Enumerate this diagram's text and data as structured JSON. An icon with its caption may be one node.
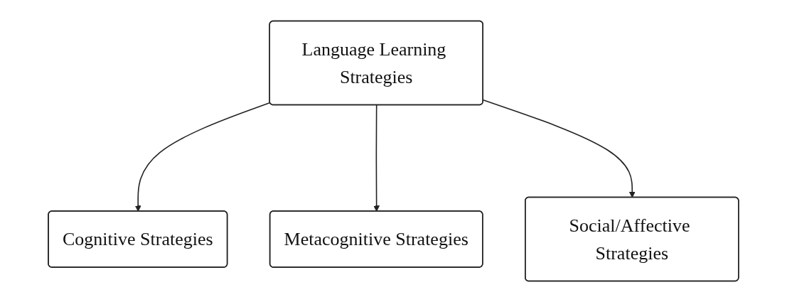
{
  "diagram": {
    "nodes": [
      {
        "text": [
          "Language Learning Strategies"
        ]
      },
      {
        "text": [
          "Cognitive Strategies"
        ]
      },
      {
        "text": [
          "Metacognitive Strategies"
        ]
      },
      {
        "text": [
          "Social/Affective Strategies"
        ]
      }
    ],
    "edges": [
      {
        "from": 0,
        "to": 1,
        "arrow": "to"
      },
      {
        "from": 0,
        "to": 2,
        "arrow": "to"
      },
      {
        "from": 0,
        "to": 3,
        "arrow": "to"
      }
    ]
  }
}
